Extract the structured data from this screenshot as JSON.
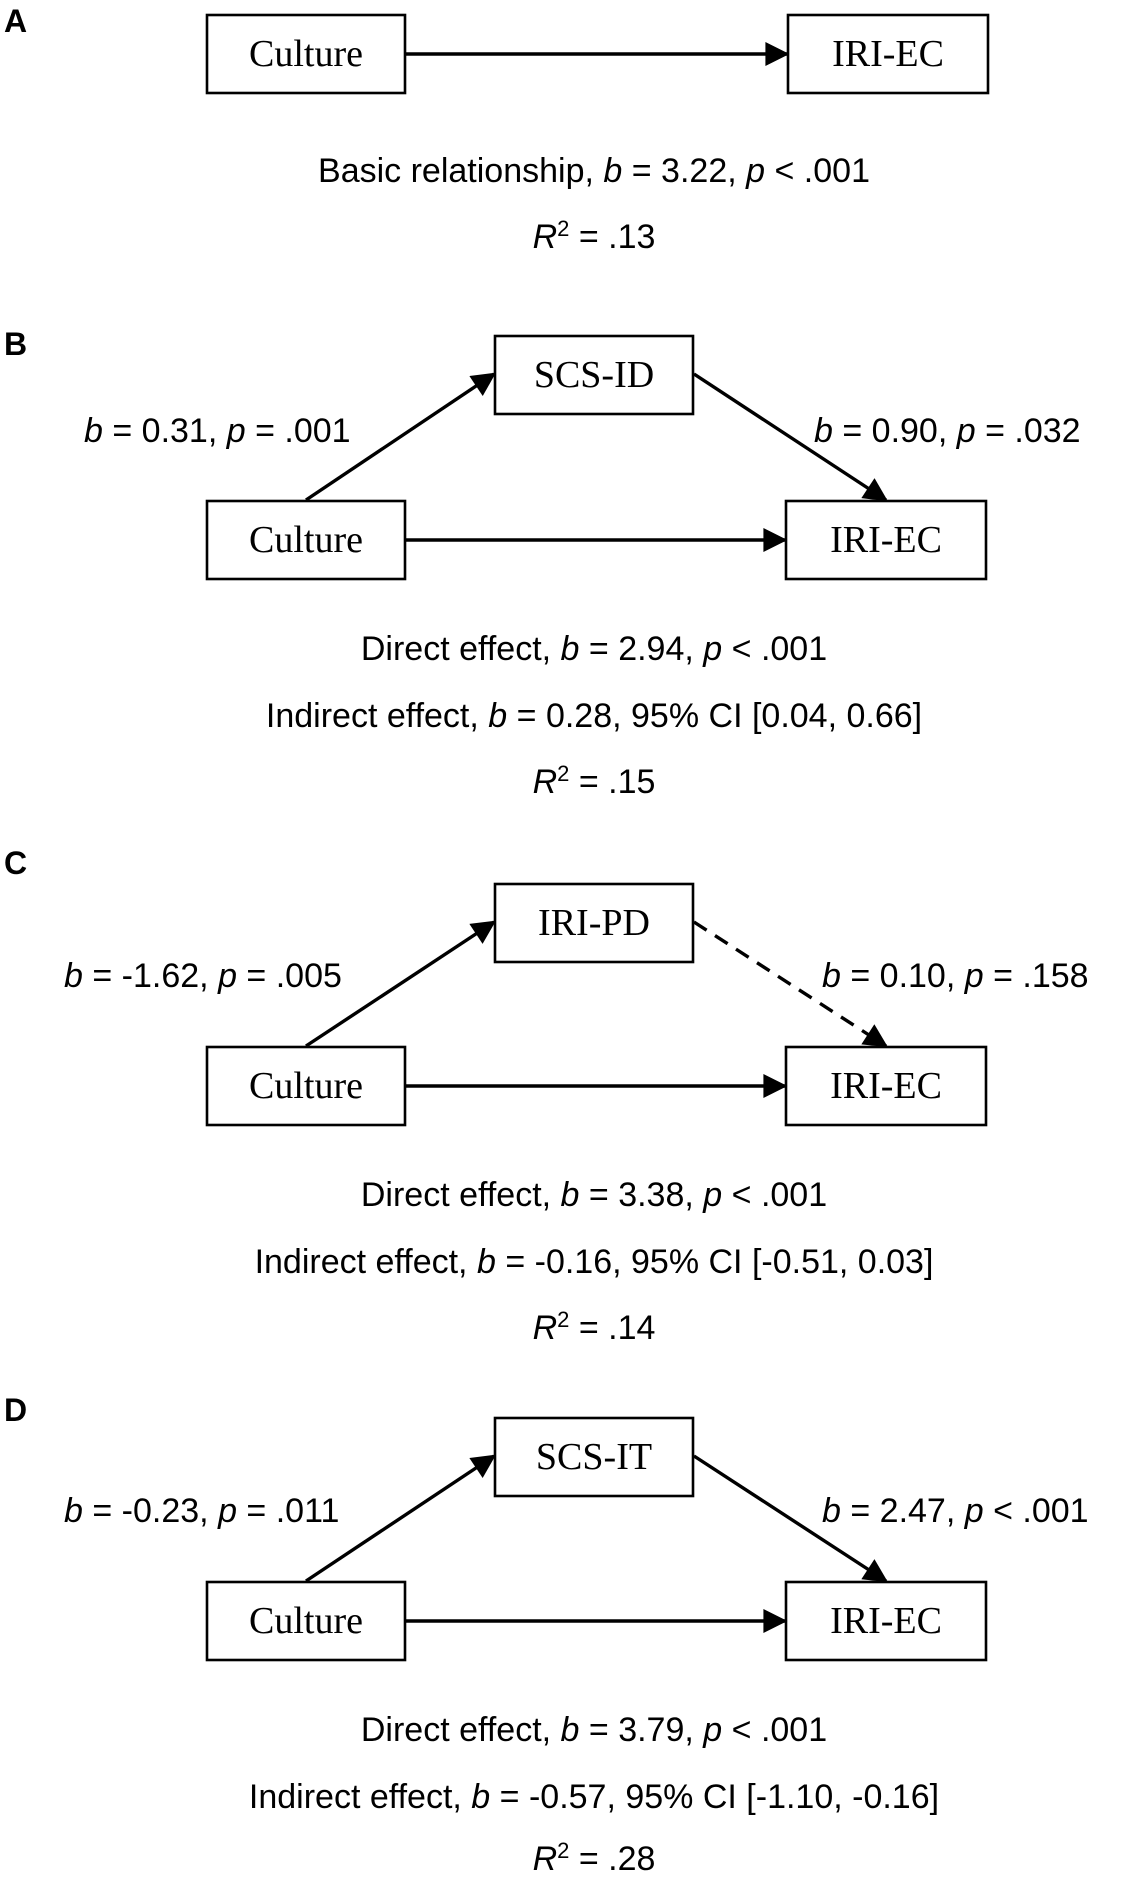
{
  "panels": [
    {
      "label": "A",
      "x_box": "Culture",
      "y_box": "IRI-EC",
      "lines": [
        [
          {
            "t": "Basic relationship, "
          },
          {
            "t": "b",
            "i": true
          },
          {
            "t": " = 3.22, "
          },
          {
            "t": "p",
            "i": true
          },
          {
            "t": " < .001"
          }
        ],
        [
          {
            "t": "R",
            "i": true
          },
          {
            "t": "2",
            "sup": true
          },
          {
            "t": " = .13"
          }
        ]
      ]
    },
    {
      "label": "B",
      "x_box": "Culture",
      "m_box": "SCS-ID",
      "y_box": "IRI-EC",
      "path_a": [
        {
          "t": "b",
          "i": true
        },
        {
          "t": " = 0.31, "
        },
        {
          "t": "p",
          "i": true
        },
        {
          "t": " = .001"
        }
      ],
      "path_b": [
        {
          "t": "b",
          "i": true
        },
        {
          "t": " = 0.90, "
        },
        {
          "t": "p",
          "i": true
        },
        {
          "t": " = .032"
        }
      ],
      "path_b_style": "solid",
      "lines": [
        [
          {
            "t": "Direct effect, "
          },
          {
            "t": "b",
            "i": true
          },
          {
            "t": " = 2.94, "
          },
          {
            "t": "p",
            "i": true
          },
          {
            "t": " < .001"
          }
        ],
        [
          {
            "t": "Indirect effect, "
          },
          {
            "t": "b",
            "i": true
          },
          {
            "t": " = 0.28, 95% CI [0.04, 0.66]"
          }
        ],
        [
          {
            "t": "R",
            "i": true
          },
          {
            "t": "2",
            "sup": true
          },
          {
            "t": " = .15"
          }
        ]
      ]
    },
    {
      "label": "C",
      "x_box": "Culture",
      "m_box": "IRI-PD",
      "y_box": "IRI-EC",
      "path_a": [
        {
          "t": "b",
          "i": true
        },
        {
          "t": " = -1.62, "
        },
        {
          "t": "p",
          "i": true
        },
        {
          "t": " = .005"
        }
      ],
      "path_b": [
        {
          "t": "b",
          "i": true
        },
        {
          "t": " = 0.10, "
        },
        {
          "t": "p",
          "i": true
        },
        {
          "t": " = .158"
        }
      ],
      "path_b_style": "dashed",
      "lines": [
        [
          {
            "t": "Direct effect, "
          },
          {
            "t": "b",
            "i": true
          },
          {
            "t": " = 3.38, "
          },
          {
            "t": "p",
            "i": true
          },
          {
            "t": " < .001"
          }
        ],
        [
          {
            "t": "Indirect effect, "
          },
          {
            "t": "b",
            "i": true
          },
          {
            "t": " = -0.16, 95% CI [-0.51, 0.03]"
          }
        ],
        [
          {
            "t": "R",
            "i": true
          },
          {
            "t": "2",
            "sup": true
          },
          {
            "t": " = .14"
          }
        ]
      ]
    },
    {
      "label": "D",
      "x_box": "Culture",
      "m_box": "SCS-IT",
      "y_box": "IRI-EC",
      "path_a": [
        {
          "t": "b",
          "i": true
        },
        {
          "t": " = -0.23, "
        },
        {
          "t": "p",
          "i": true
        },
        {
          "t": " = .011"
        }
      ],
      "path_b": [
        {
          "t": "b",
          "i": true
        },
        {
          "t": " = 2.47, "
        },
        {
          "t": "p",
          "i": true
        },
        {
          "t": " < .001"
        }
      ],
      "path_b_style": "solid",
      "lines": [
        [
          {
            "t": "Direct effect, "
          },
          {
            "t": "b",
            "i": true
          },
          {
            "t": " = 3.79, "
          },
          {
            "t": "p",
            "i": true
          },
          {
            "t": " < .001"
          }
        ],
        [
          {
            "t": "Indirect effect, "
          },
          {
            "t": "b",
            "i": true
          },
          {
            "t": " = -0.57, 95% CI [-1.10, -0.16]"
          }
        ],
        [
          {
            "t": "R",
            "i": true
          },
          {
            "t": "2",
            "sup": true
          },
          {
            "t": " = .28"
          }
        ]
      ]
    }
  ]
}
